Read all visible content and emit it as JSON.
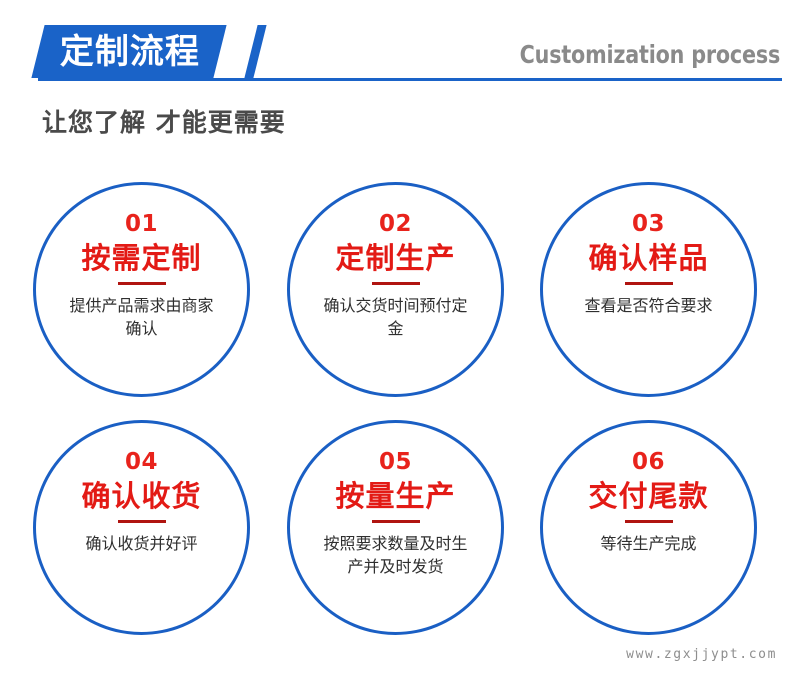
{
  "header": {
    "badge_title": "定制流程",
    "english_title": "Customization process",
    "subtitle": "让您了解 才能更需要",
    "badge_color": "#1a63c8",
    "rule_color": "#1a63c8",
    "english_color": "#8a8a8a",
    "subtitle_color": "#4a4a4a"
  },
  "steps": [
    {
      "number": "01",
      "title": "按需定制",
      "desc": "提供产品需求由商家确认"
    },
    {
      "number": "02",
      "title": "定制生产",
      "desc": "确认交货时间预付定金"
    },
    {
      "number": "03",
      "title": "确认样品",
      "desc": "查看是否符合要求"
    },
    {
      "number": "04",
      "title": "确认收货",
      "desc": "确认收货并好评"
    },
    {
      "number": "05",
      "title": "按量生产",
      "desc": "按照要求数量及时生产并及时发货"
    },
    {
      "number": "06",
      "title": "交付尾款",
      "desc": "等待生产完成"
    }
  ],
  "colors": {
    "circle_border": "#1a5fc4",
    "step_number": "#e8231c",
    "step_title": "#e31a15",
    "step_divider": "#b01410",
    "step_desc": "#2f2f2f",
    "background": "#ffffff"
  },
  "watermark": {
    "text": "www.zgxjjypt.com",
    "color": "#8e8e8e"
  }
}
